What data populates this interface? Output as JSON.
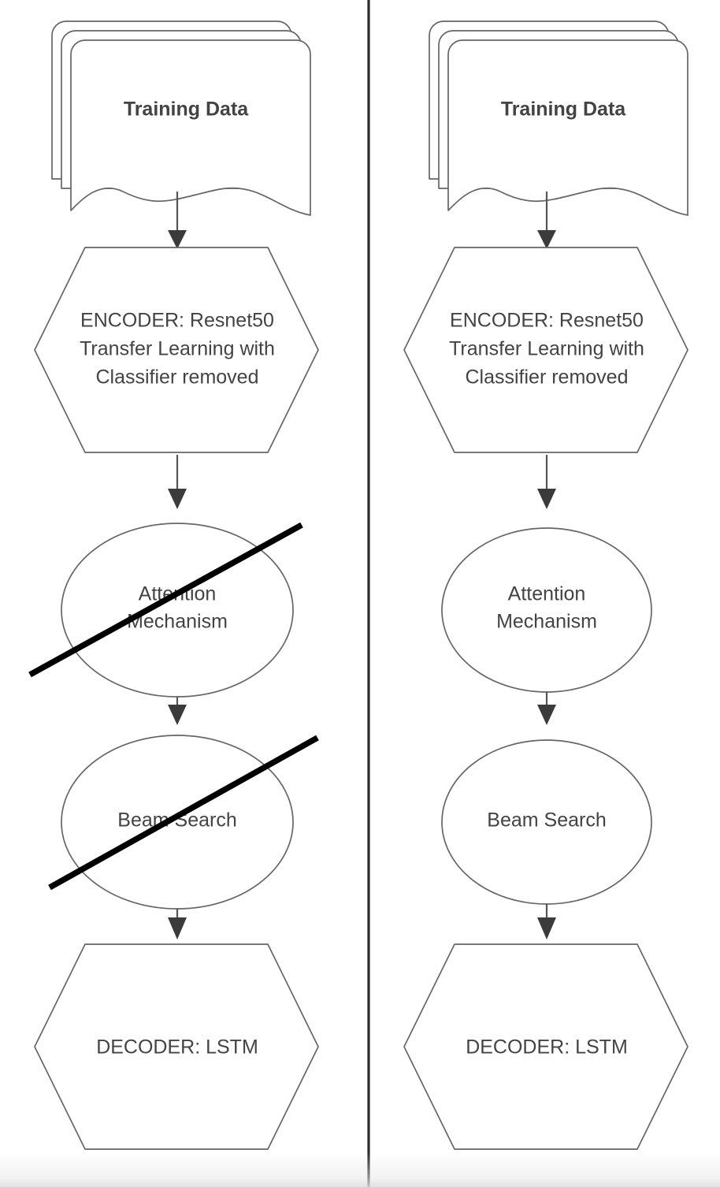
{
  "diagram": {
    "title_text_color": "#434343",
    "stroke_color": "#666666",
    "strike_color": "#000000",
    "divider_color": "#2b2b2b",
    "panels": [
      {
        "id": "left-panel",
        "name": "proposed-architecture-without-attention-and-beam-search",
        "nodes": {
          "training_data": "Training Data",
          "encoder_line1": "ENCODER: Resnet50",
          "encoder_line2": "Transfer Learning with",
          "encoder_line3": "Classifier removed",
          "attention_line1": "Attention",
          "attention_line2": "Mechanism",
          "beam_search": "Beam Search",
          "decoder": "DECODER: LSTM"
        },
        "struck_out": [
          "attention-mechanism",
          "beam-search"
        ]
      },
      {
        "id": "right-panel",
        "name": "full-architecture-with-attention-and-beam-search",
        "nodes": {
          "training_data": "Training Data",
          "encoder_line1": "ENCODER: Resnet50",
          "encoder_line2": "Transfer Learning with",
          "encoder_line3": "Classifier removed",
          "attention_line1": "Attention",
          "attention_line2": "Mechanism",
          "beam_search": "Beam Search",
          "decoder": "DECODER: LSTM"
        },
        "struck_out": []
      }
    ],
    "flow_order": [
      "Training Data",
      "ENCODER: Resnet50 Transfer Learning with Classifier removed",
      "Attention Mechanism",
      "Beam Search",
      "DECODER: LSTM"
    ]
  }
}
